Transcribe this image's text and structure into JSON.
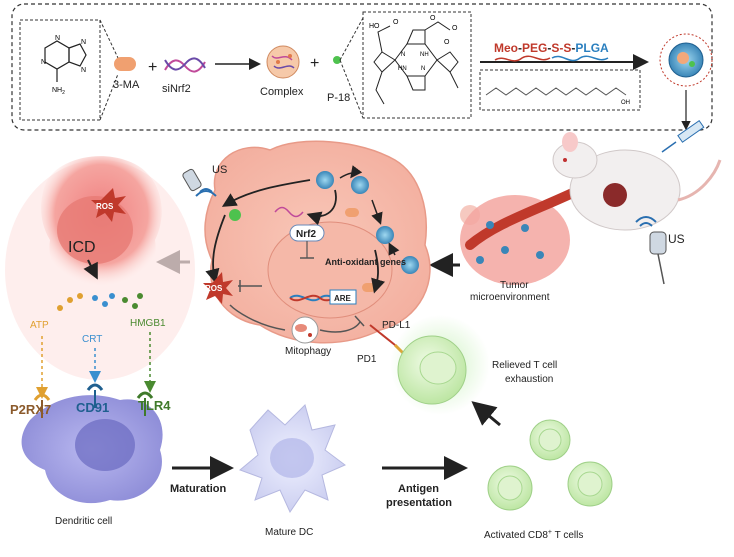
{
  "synthesis": {
    "label_3ma": "3-MA",
    "label_sinrf2": "siNrf2",
    "label_complex": "Complex",
    "label_p18": "P-18",
    "plus_1": "+",
    "plus_2": "+",
    "polymer": {
      "meo": "Meo",
      "peg": "PEG",
      "ss": "S-S",
      "plga": "PLGA",
      "dash": "-"
    },
    "chem_ho": "HO",
    "chem_o1": "O",
    "chem_o2": "O",
    "chem_o3": "O",
    "chem_o4": "O",
    "chem_nh": "NH",
    "chem_hn": "HN",
    "chem_n1": "N",
    "chem_n2": "N",
    "chem_nh2": "NH",
    "chem_nh2_sub": "2",
    "chem_n_ad1": "N",
    "chem_n_ad2": "N",
    "chem_n_ad3": "N",
    "chem_n_ad4": "N",
    "chem_oh": "OH"
  },
  "tumor_cell": {
    "label_us": "US",
    "label_nrf2": "Nrf2",
    "label_antioxidant": "Anti-oxidant genes",
    "label_are": "ARE",
    "label_ros": "ROS",
    "label_mitophagy": "Mitophagy",
    "label_pdl1": "PD-L1",
    "label_pd1": "PD1"
  },
  "mouse": {
    "label_us": "US",
    "label_tme_1": "Tumor",
    "label_tme_2": "microenvironment"
  },
  "icd_cell": {
    "label_ros": "ROS",
    "label_icd": "ICD",
    "label_atp": "ATP",
    "label_crt": "CRT",
    "label_hmgb1": "HMGB1"
  },
  "dendritic": {
    "label_p2rx7": "P2RX7",
    "label_cd91": "CD91",
    "label_tlr4": "TLR4",
    "label_cell": "Dendritic cell",
    "label_maturation": "Maturation",
    "label_mature": "Mature DC",
    "label_antigen_1": "Antigen",
    "label_antigen_2": "presentation"
  },
  "tcells": {
    "label_relieved_1": "Relieved T cell",
    "label_relieved_2": "exhaustion",
    "label_activated": "Activated CD8",
    "label_activated_sup": "+",
    "label_activated_tail": " T cells"
  },
  "colors": {
    "meo": "#c0392b",
    "peg": "#c0392b",
    "ss": "#c0392b",
    "plga": "#2a7fbf",
    "atp": "#e0a030",
    "crt": "#3a8fcf",
    "hmgb1": "#4a8a30",
    "p2rx7": "#8b5a2b",
    "cd91": "#1f5f8f",
    "tlr4": "#3f7a2a"
  }
}
